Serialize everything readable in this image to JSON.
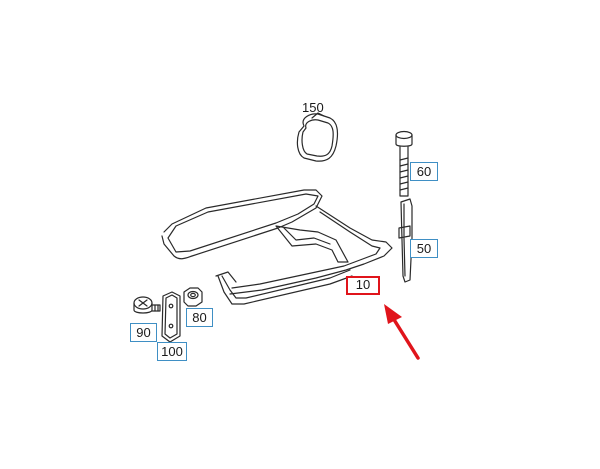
{
  "diagram": {
    "callouts": {
      "p10": "10",
      "p50": "50",
      "p60": "60",
      "p80": "80",
      "p90": "90",
      "p100": "100",
      "p150": "150"
    },
    "colors": {
      "callout_border": "#3f8fc4",
      "highlight": "#e0141b",
      "line": "#2a2a2a"
    }
  }
}
